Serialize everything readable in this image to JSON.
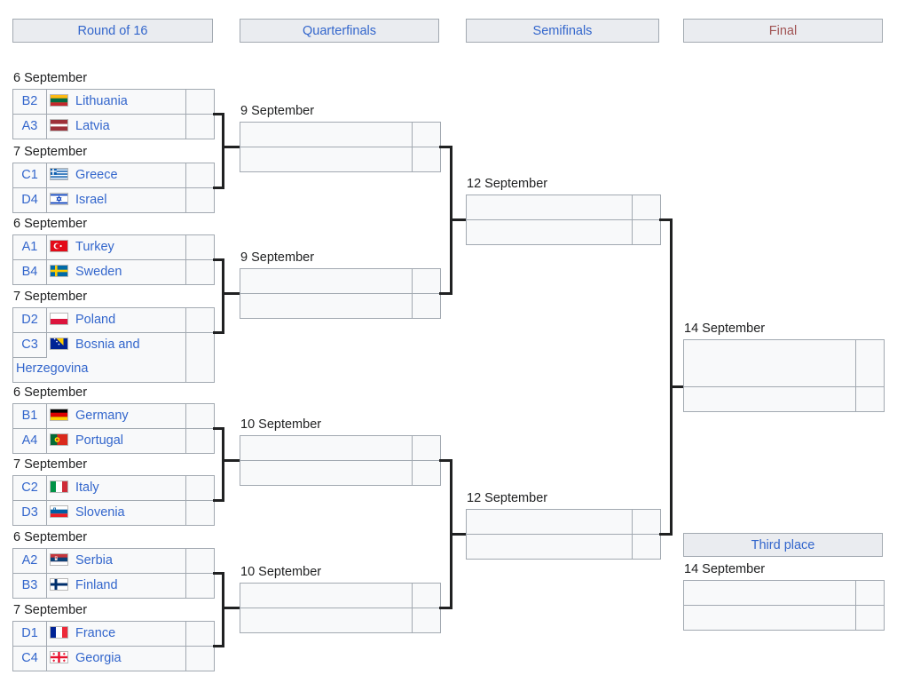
{
  "headers": {
    "round_of_16": "Round of 16",
    "quarterfinals": "Quarterfinals",
    "semifinals": "Semifinals",
    "final": "Final",
    "third_place": "Third place"
  },
  "colors": {
    "link_blue": "#3366cc",
    "final_red": "#a05252",
    "box_border": "#a2a9b1",
    "box_bg": "#f8f9fa",
    "header_bg": "#eaecf0",
    "connector": "#202122",
    "page_bg": "#ffffff"
  },
  "round_of_16": {
    "matches": [
      {
        "date": "6 September",
        "teams": [
          {
            "seed": "B2",
            "flag": "lithuania-flag-icon",
            "name": "Lithuania",
            "score": ""
          },
          {
            "seed": "A3",
            "flag": "latvia-flag-icon",
            "name": "Latvia",
            "score": ""
          }
        ]
      },
      {
        "date": "7 September",
        "teams": [
          {
            "seed": "C1",
            "flag": "greece-flag-icon",
            "name": "Greece",
            "score": ""
          },
          {
            "seed": "D4",
            "flag": "israel-flag-icon",
            "name": "Israel",
            "score": ""
          }
        ]
      },
      {
        "date": "6 September",
        "teams": [
          {
            "seed": "A1",
            "flag": "turkey-flag-icon",
            "name": "Turkey",
            "score": ""
          },
          {
            "seed": "B4",
            "flag": "sweden-flag-icon",
            "name": "Sweden",
            "score": ""
          }
        ]
      },
      {
        "date": "7 September",
        "teams": [
          {
            "seed": "D2",
            "flag": "poland-flag-icon",
            "name": "Poland",
            "score": ""
          },
          {
            "seed": "C3",
            "flag": "bosnia-and-herzegovina-flag-icon",
            "name": "Bosnia and Herzegovina",
            "score": ""
          }
        ]
      },
      {
        "date": "6 September",
        "teams": [
          {
            "seed": "B1",
            "flag": "germany-flag-icon",
            "name": "Germany",
            "score": ""
          },
          {
            "seed": "A4",
            "flag": "portugal-flag-icon",
            "name": "Portugal",
            "score": ""
          }
        ]
      },
      {
        "date": "7 September",
        "teams": [
          {
            "seed": "C2",
            "flag": "italy-flag-icon",
            "name": "Italy",
            "score": ""
          },
          {
            "seed": "D3",
            "flag": "slovenia-flag-icon",
            "name": "Slovenia",
            "score": ""
          }
        ]
      },
      {
        "date": "6 September",
        "teams": [
          {
            "seed": "A2",
            "flag": "serbia-flag-icon",
            "name": "Serbia",
            "score": ""
          },
          {
            "seed": "B3",
            "flag": "finland-flag-icon",
            "name": "Finland",
            "score": ""
          }
        ]
      },
      {
        "date": "7 September",
        "teams": [
          {
            "seed": "D1",
            "flag": "france-flag-icon",
            "name": "France",
            "score": ""
          },
          {
            "seed": "C4",
            "flag": "georgia-flag-icon",
            "name": "Georgia",
            "score": ""
          }
        ]
      }
    ]
  },
  "quarterfinals": {
    "matches": [
      {
        "date": "9 September"
      },
      {
        "date": "9 September"
      },
      {
        "date": "10 September"
      },
      {
        "date": "10 September"
      }
    ]
  },
  "semifinals": {
    "matches": [
      {
        "date": "12 September"
      },
      {
        "date": "12 September"
      }
    ]
  },
  "final": {
    "date": "14 September"
  },
  "third_place": {
    "date": "14 September"
  }
}
